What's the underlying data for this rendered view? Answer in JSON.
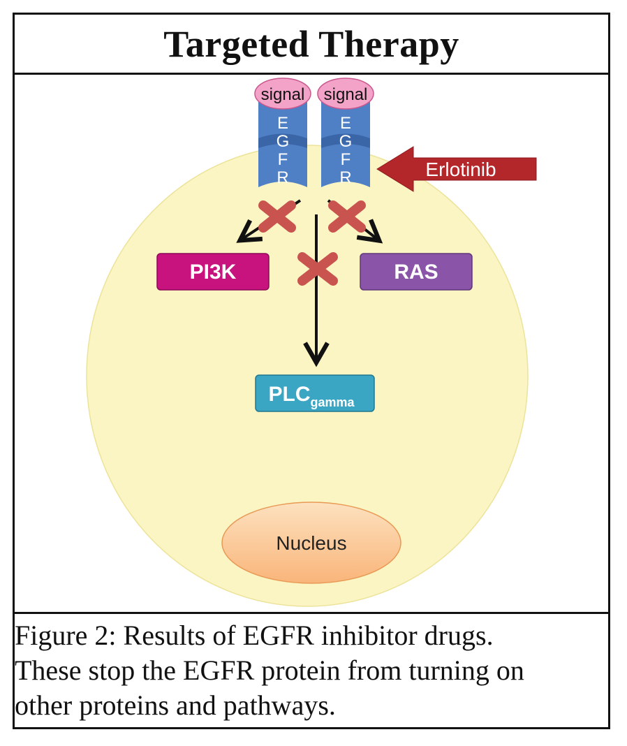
{
  "title": "Targeted Therapy",
  "receptors": [
    {
      "signal": "signal",
      "letters": [
        "E",
        "G",
        "F",
        "R"
      ]
    },
    {
      "signal": "signal",
      "letters": [
        "E",
        "G",
        "F",
        "R"
      ]
    }
  ],
  "drug": {
    "label": "Erlotinib"
  },
  "proteins": {
    "pi3k": "PI3K",
    "ras": "RAS",
    "plc_main": "PLC",
    "plc_sub": "gamma"
  },
  "nucleus": "Nucleus",
  "caption": {
    "line1": "Figure 2:  Results of EGFR inhibitor drugs.",
    "line2": "These stop the EGFR protein from turning on",
    "line3": "other proteins and pathways."
  },
  "colors": {
    "cell": "#fbf5c4",
    "signal": "#f4a3c8",
    "receptor": "#4f7fc4",
    "drug_arrow": "#b3262a",
    "pi3k": "#c8127e",
    "ras": "#8a55a8",
    "plc": "#3aa6c4",
    "nucleus": "#fbc48c",
    "block_x": "#c9544f"
  }
}
